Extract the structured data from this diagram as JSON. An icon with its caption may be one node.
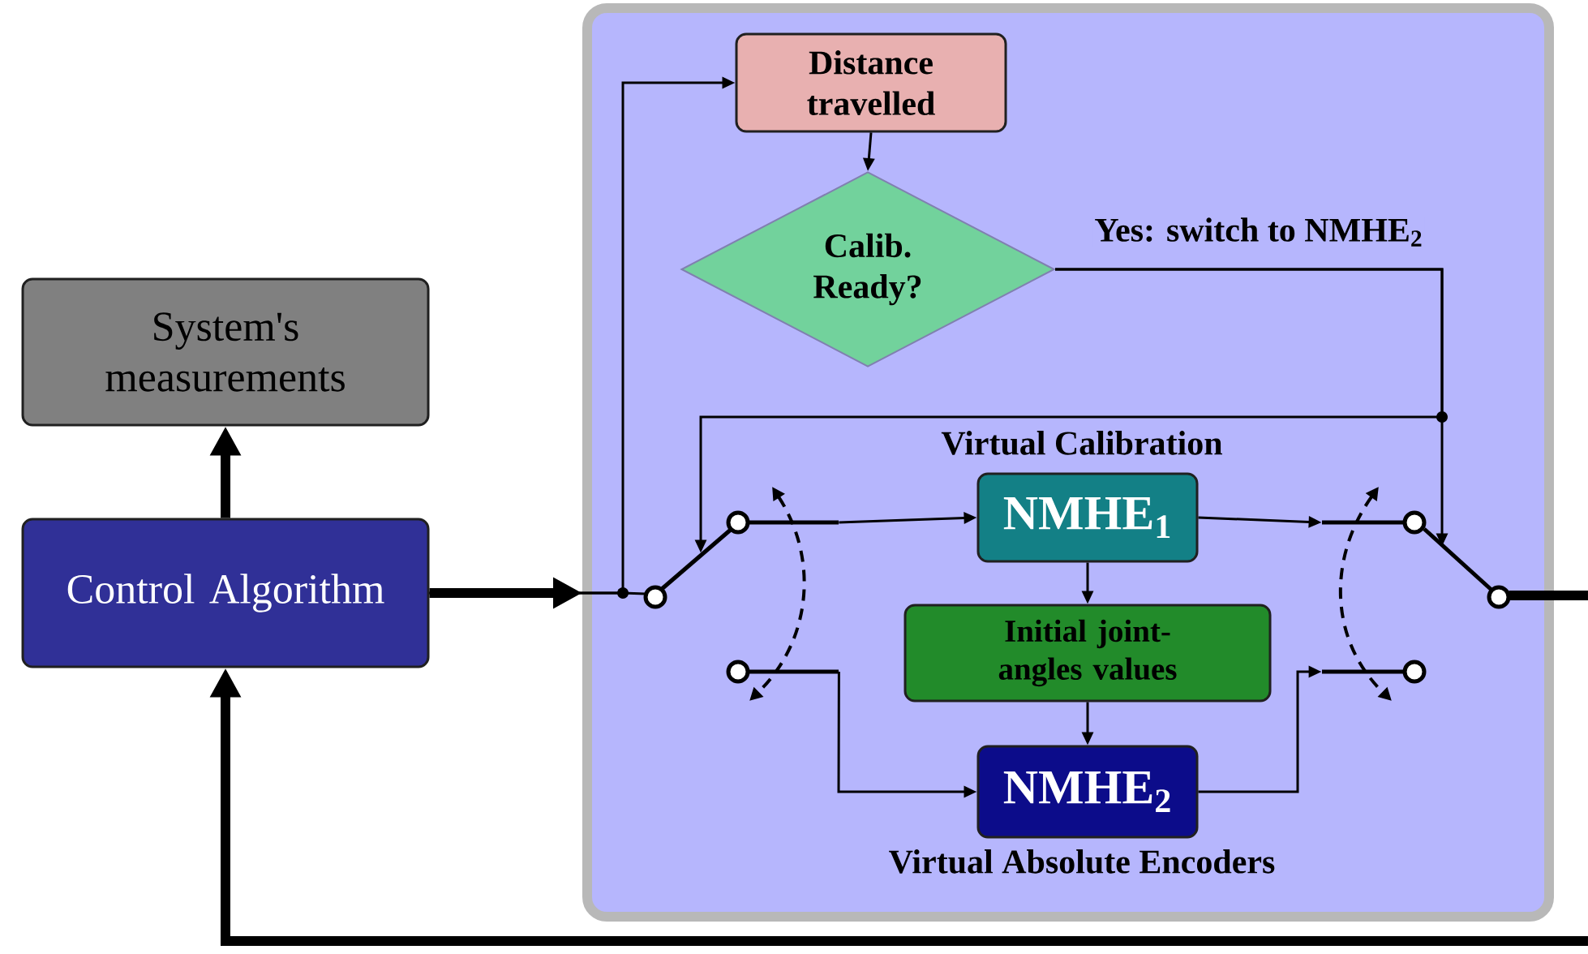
{
  "diagram": {
    "nodes": [
      {
        "text": [],
        "shape": "box"
      },
      {
        "text": [
          "System's measurements"
        ]
      },
      {
        "text": [
          "Control Algorithm"
        ]
      },
      {
        "text": [
          "Distance travelled"
        ],
        "in": 0
      },
      {
        "text": [
          "Calib. Ready?"
        ],
        "in": 0
      },
      {
        "text": [
          "NMHE$_{1}$"
        ],
        "in": 0,
        "beside": [
          "Virtual Calibration"
        ]
      },
      {
        "text": [
          "Initial joint-angles values"
        ],
        "in": 0
      },
      {
        "text": [
          "NMHE$_{2}$"
        ],
        "in": 0,
        "beside": [
          "Virtual Absolute Encoders"
        ]
      },
      {
        "text": [],
        "shape": "switch",
        "in": 0
      },
      {
        "text": [],
        "shape": "switch",
        "in": 0
      }
    ],
    "edges": [
      {
        "from": 2,
        "to": 1,
        "arrow": "to",
        "style": "thick"
      },
      {
        "from": 2,
        "to": 0,
        "arrow": "to",
        "style": "thick"
      },
      {
        "from": 9,
        "to": 2,
        "arrow": "to",
        "style": "thick"
      },
      {
        "from": 2,
        "to": 3,
        "arrow": "to"
      },
      {
        "from": 3,
        "to": 4,
        "arrow": "to"
      },
      {
        "from": 8,
        "to": 5,
        "arrow": "to"
      },
      {
        "from": 5,
        "to": 6,
        "arrow": "to"
      },
      {
        "from": 6,
        "to": 7,
        "arrow": "to"
      },
      {
        "from": 8,
        "to": 7,
        "arrow": "to"
      },
      {
        "from": 5,
        "to": 9,
        "arrow": "to"
      },
      {
        "from": 7,
        "to": 9,
        "arrow": "to"
      },
      {
        "from": 4,
        "to": 9,
        "arrow": "to",
        "label": "Yes: switch to NMHE$_{2}$"
      },
      {
        "from": 4,
        "to": 8,
        "arrow": "to"
      },
      {
        "from": 2,
        "to": 8,
        "arrow": "none"
      }
    ]
  }
}
